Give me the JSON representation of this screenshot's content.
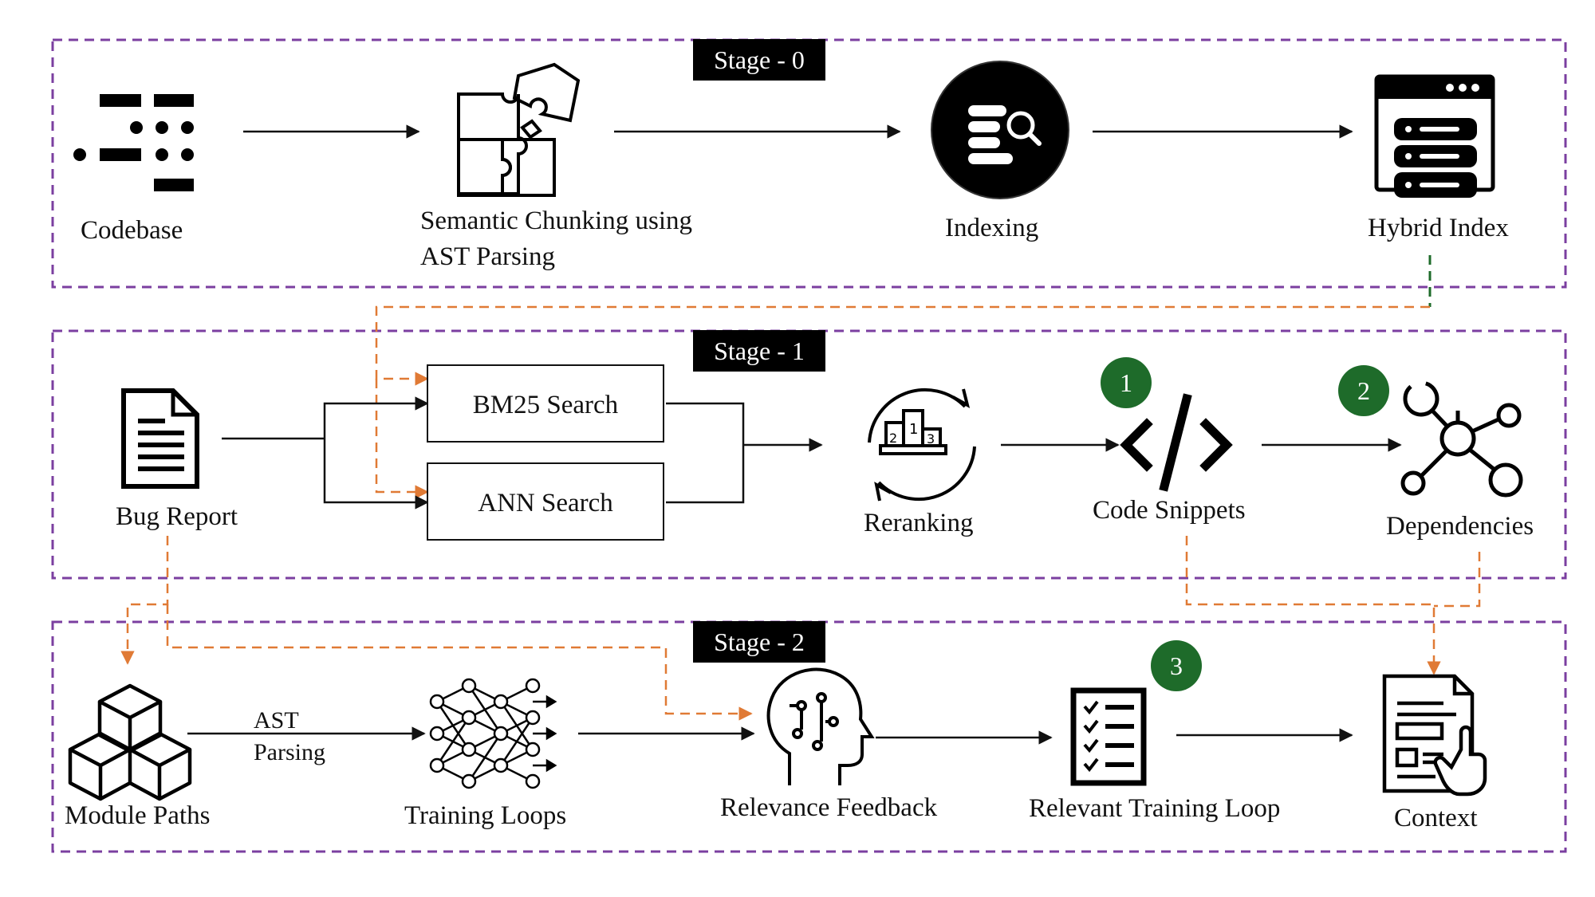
{
  "stages": [
    {
      "tag": "Stage - 0"
    },
    {
      "tag": "Stage - 1"
    },
    {
      "tag": "Stage - 2"
    }
  ],
  "stage0": {
    "codebase": "Codebase",
    "chunking_line1": "Semantic Chunking using",
    "chunking_line2": "AST Parsing",
    "indexing": "Indexing",
    "hybrid_index": "Hybrid Index"
  },
  "stage1": {
    "bug_report": "Bug Report",
    "bm25": "BM25 Search",
    "ann": "ANN Search",
    "reranking": "Reranking",
    "code_snippets": "Code Snippets",
    "dependencies": "Dependencies"
  },
  "stage2": {
    "module_paths": "Module Paths",
    "ast_line1": "AST",
    "ast_line2": "Parsing",
    "training_loops": "Training Loops",
    "relevance_feedback": "Relevance Feedback",
    "relevant_training_loop": "Relevant Training Loop",
    "context": "Context"
  },
  "badges": [
    "1",
    "2",
    "3"
  ],
  "icons": {
    "codebase": "code-dots-icon",
    "chunking": "puzzle-icon",
    "indexing": "database-search-icon",
    "hybrid_index": "server-window-icon",
    "bug_report": "document-icon",
    "reranking": "podium-refresh-icon",
    "code_snippets": "code-brackets-icon",
    "dependencies": "network-graph-icon",
    "module_paths": "cubes-icon",
    "training_loops": "neural-network-icon",
    "relevance_feedback": "brain-head-icon",
    "relevant_training_loop": "checklist-icon",
    "context": "document-click-icon"
  },
  "colors": {
    "stage_border": "#7b3fa0",
    "orange_dashed": "#e07a35",
    "green_dashed": "#1e6b2a",
    "badge_fill": "#1e6b2a",
    "tag_fill": "#000000"
  }
}
